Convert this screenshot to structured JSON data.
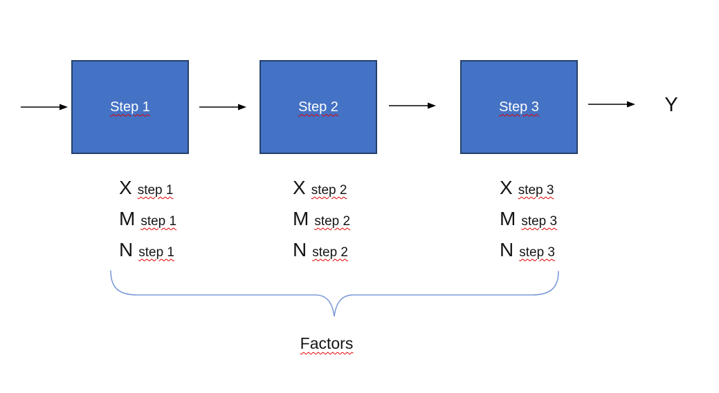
{
  "diagram": {
    "steps": [
      {
        "label": "Step 1",
        "factors": [
          {
            "variable": "X",
            "subscript": "step 1"
          },
          {
            "variable": "M",
            "subscript": "step 1"
          },
          {
            "variable": "N",
            "subscript": "step 1"
          }
        ]
      },
      {
        "label": "Step 2",
        "factors": [
          {
            "variable": "X",
            "subscript": "step 2"
          },
          {
            "variable": "M",
            "subscript": "step 2"
          },
          {
            "variable": "N",
            "subscript": "step 2"
          }
        ]
      },
      {
        "label": "Step 3",
        "factors": [
          {
            "variable": "X",
            "subscript": "step 3"
          },
          {
            "variable": "M",
            "subscript": "step 3"
          },
          {
            "variable": "N",
            "subscript": "step 3"
          }
        ]
      }
    ],
    "output_label": "Y",
    "brace_label": "Factors",
    "colors": {
      "box_fill": "#4472C4",
      "box_border": "#24406B",
      "brace_line": "#7C9AD6",
      "arrow_line": "#000000",
      "spellcheck_underline": "#E00000",
      "background": "#FFFFFF"
    }
  }
}
